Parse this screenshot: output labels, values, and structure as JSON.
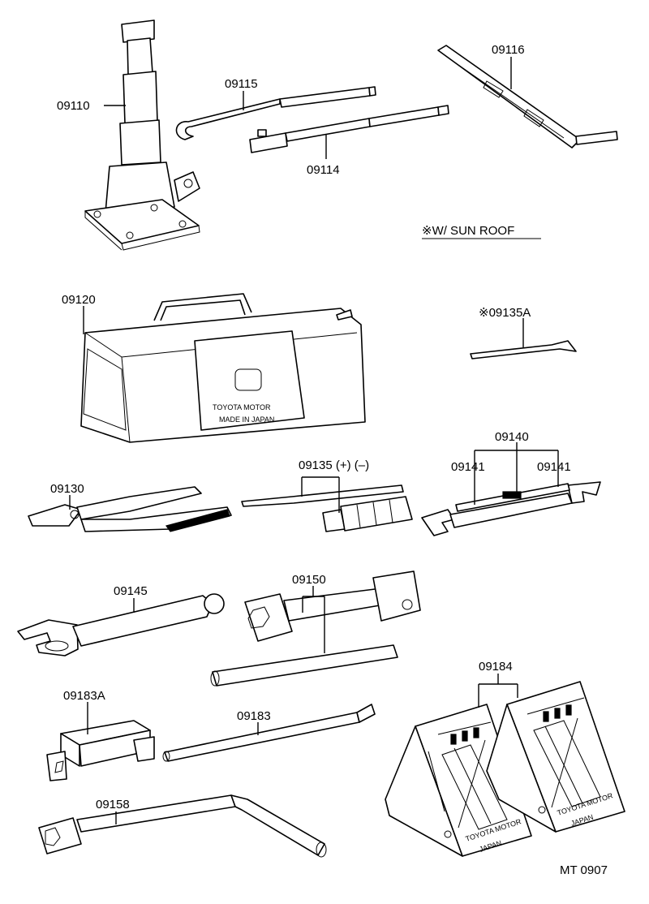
{
  "parts": {
    "p09110": "09110",
    "p09115": "09115",
    "p09114": "09114",
    "p09116": "09116",
    "sunroof_note": "※W/ SUN  ROOF",
    "p09120": "09120",
    "p09135a": "※09135A",
    "p09130": "09130",
    "p09135": "09135 (+) (–)",
    "p09140": "09140",
    "p09141_left": "09141",
    "p09141_right": "09141",
    "p09145": "09145",
    "p09150": "09150",
    "p09184": "09184",
    "p09183a": "09183A",
    "p09183": "09183",
    "p09158": "09158"
  },
  "markings": {
    "bag_brand": "TOYOTA MOTOR",
    "bag_origin": "MADE IN JAPAN",
    "chock_brand": "TOYOTA MOTOR",
    "chock_origin": "JAPAN"
  },
  "figure_code": "MT  0907"
}
